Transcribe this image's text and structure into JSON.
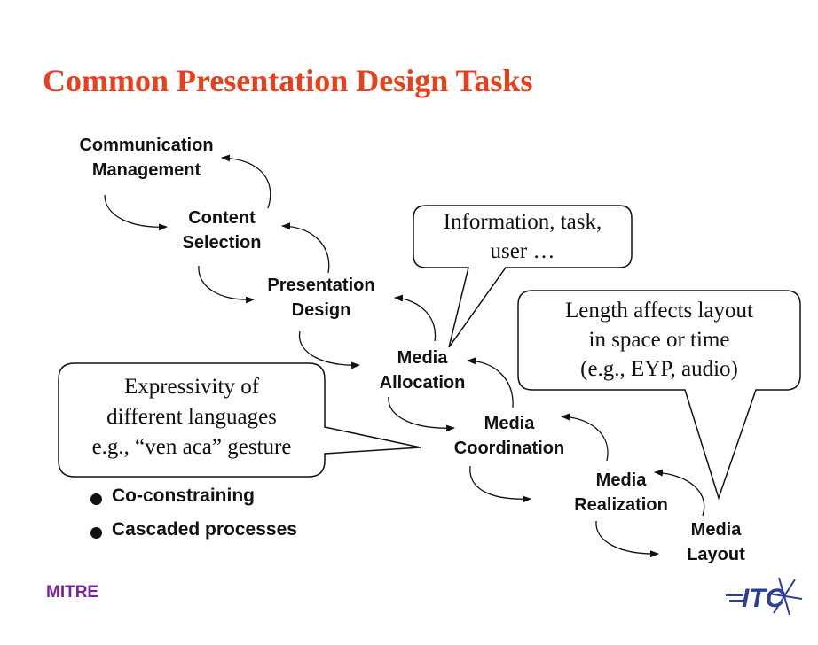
{
  "title": "Common Presentation Design Tasks",
  "tasks": [
    {
      "label": "Communication\nManagement"
    },
    {
      "label": "Content\nSelection"
    },
    {
      "label": "Presentation\nDesign"
    },
    {
      "label": "Media\nAllocation"
    },
    {
      "label": "Media\nCoordination"
    },
    {
      "label": "Media\nRealization"
    },
    {
      "label": "Media\nLayout"
    }
  ],
  "callouts": [
    {
      "text": "Information, task,\nuser …"
    },
    {
      "text": "Length affects layout\nin space or time\n(e.g., EYP, audio)"
    },
    {
      "text": "Expressivity of\ndifferent languages\ne.g., “ven aca” gesture"
    }
  ],
  "bullets": [
    "Co-constraining",
    "Cascaded processes"
  ],
  "footer": "MITRE",
  "colors": {
    "title": "#e8401c",
    "footer": "#7a1fa2",
    "logo": "#2a3f9a"
  },
  "icons": {
    "logo": "itc-star-logo",
    "bullet": "filled-circle-bullet"
  }
}
